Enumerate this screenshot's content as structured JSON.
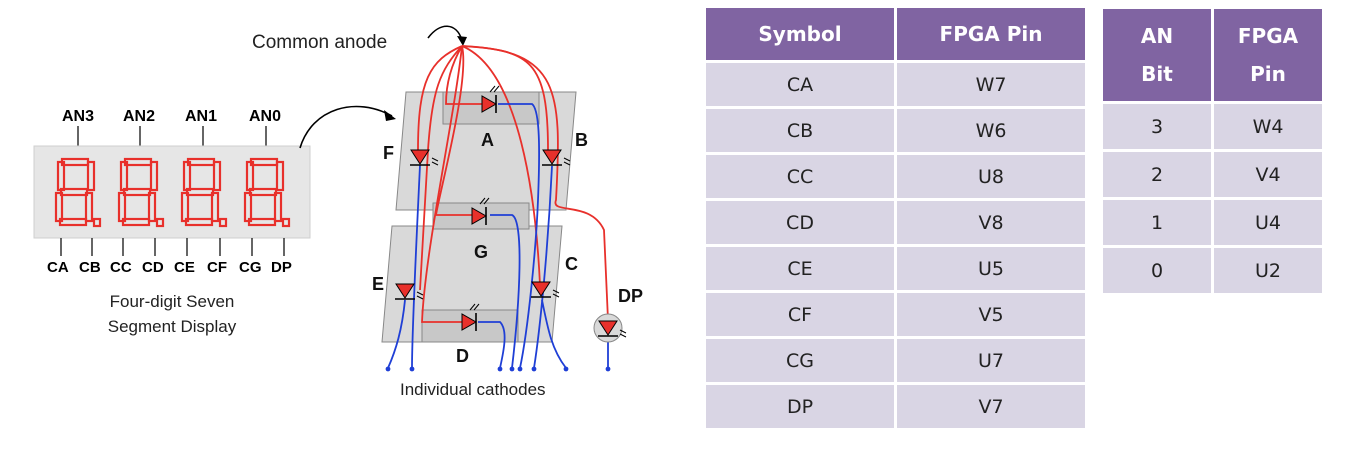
{
  "left_display": {
    "anode_labels": [
      "AN3",
      "AN2",
      "AN1",
      "AN0"
    ],
    "cathode_labels": [
      "CA",
      "CB",
      "CC",
      "CD",
      "CE",
      "CF",
      "CG",
      "DP"
    ],
    "caption_line1": "Four-digit Seven",
    "caption_line2": "Segment Display",
    "segment_color": "#e8302b"
  },
  "schematic": {
    "common_anode_label": "Common anode",
    "cathodes_label": "Individual cathodes",
    "segment_labels": {
      "a": "A",
      "b": "B",
      "c": "C",
      "d": "D",
      "e": "E",
      "f": "F",
      "g": "G",
      "dp": "DP"
    },
    "anode_wire_color": "#e8302b",
    "cathode_wire_color": "#1f3fd6"
  },
  "cathode_table": {
    "headers": [
      "Symbol",
      "FPGA Pin"
    ],
    "rows": [
      [
        "CA",
        "W7"
      ],
      [
        "CB",
        "W6"
      ],
      [
        "CC",
        "U8"
      ],
      [
        "CD",
        "V8"
      ],
      [
        "CE",
        "U5"
      ],
      [
        "CF",
        "V5"
      ],
      [
        "CG",
        "U7"
      ],
      [
        "DP",
        "V7"
      ]
    ]
  },
  "anode_table": {
    "header1_line1": "AN",
    "header1_line2": "Bit",
    "header2_line1": "FPGA",
    "header2_line2": "Pin",
    "rows": [
      [
        "3",
        "W4"
      ],
      [
        "2",
        "V4"
      ],
      [
        "1",
        "U4"
      ],
      [
        "0",
        "U2"
      ]
    ]
  },
  "colors": {
    "header_bg": "#8064a2",
    "row_bg": "#d9d5e4",
    "display_bg": "#e6e6e6",
    "panel_bg": "#d9d9d9"
  }
}
